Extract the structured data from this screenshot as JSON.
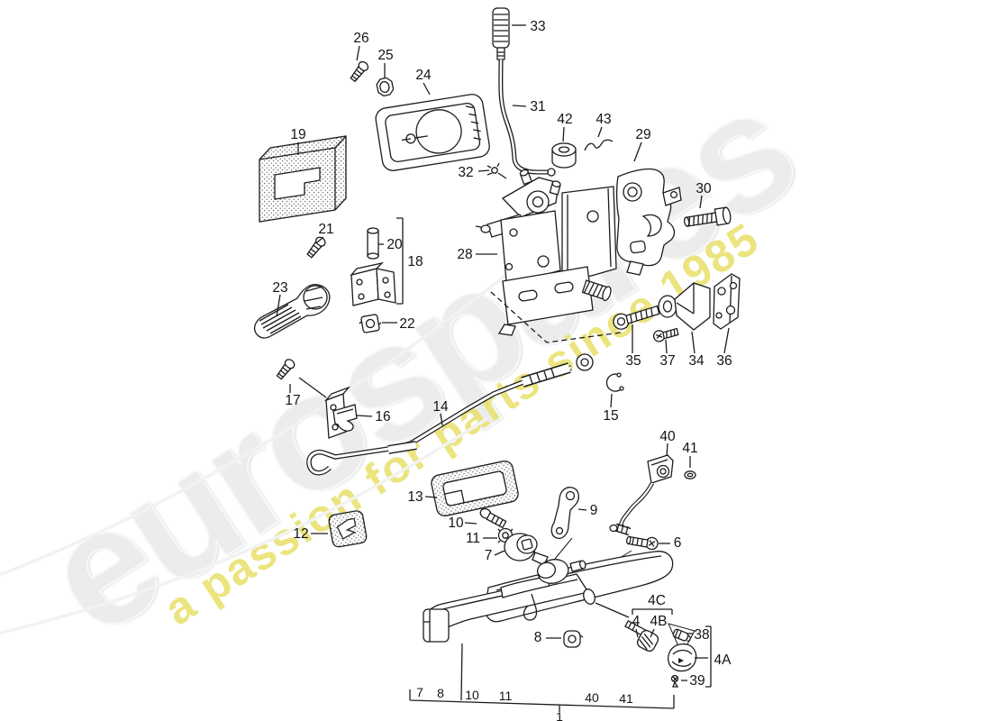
{
  "watermark": {
    "brand": "eurospares",
    "tagline": "a passion for parts since 1985",
    "brand_color": "#ececec",
    "tagline_color": "#e9e272"
  },
  "diagram": {
    "line_color": "#1c1c1c",
    "callouts": {
      "c1": "1",
      "c4": "4",
      "c4a": "4A",
      "c4b": "4B",
      "c4c": "4C",
      "c6": "6",
      "c7": "7",
      "c8": "8",
      "c9": "9",
      "c10": "10",
      "c11": "11",
      "c12": "12",
      "c13": "13",
      "c14": "14",
      "c15": "15",
      "c16": "16",
      "c17": "17",
      "c18": "18",
      "c19": "19",
      "c20": "20",
      "c21": "21",
      "c22": "22",
      "c23": "23",
      "c24": "24",
      "c25": "25",
      "c26": "26",
      "c28": "28",
      "c29": "29",
      "c30": "30",
      "c31": "31",
      "c32": "32",
      "c33": "33",
      "c34": "34",
      "c35": "35",
      "c36": "36",
      "c37": "37",
      "c38": "38",
      "c39": "39",
      "c40": "40",
      "c41": "41",
      "c42": "42",
      "c43": "43"
    },
    "bottom_row": {
      "items": [
        "7",
        "8",
        "10",
        "11",
        "40",
        "41"
      ],
      "main_label": "1"
    }
  }
}
